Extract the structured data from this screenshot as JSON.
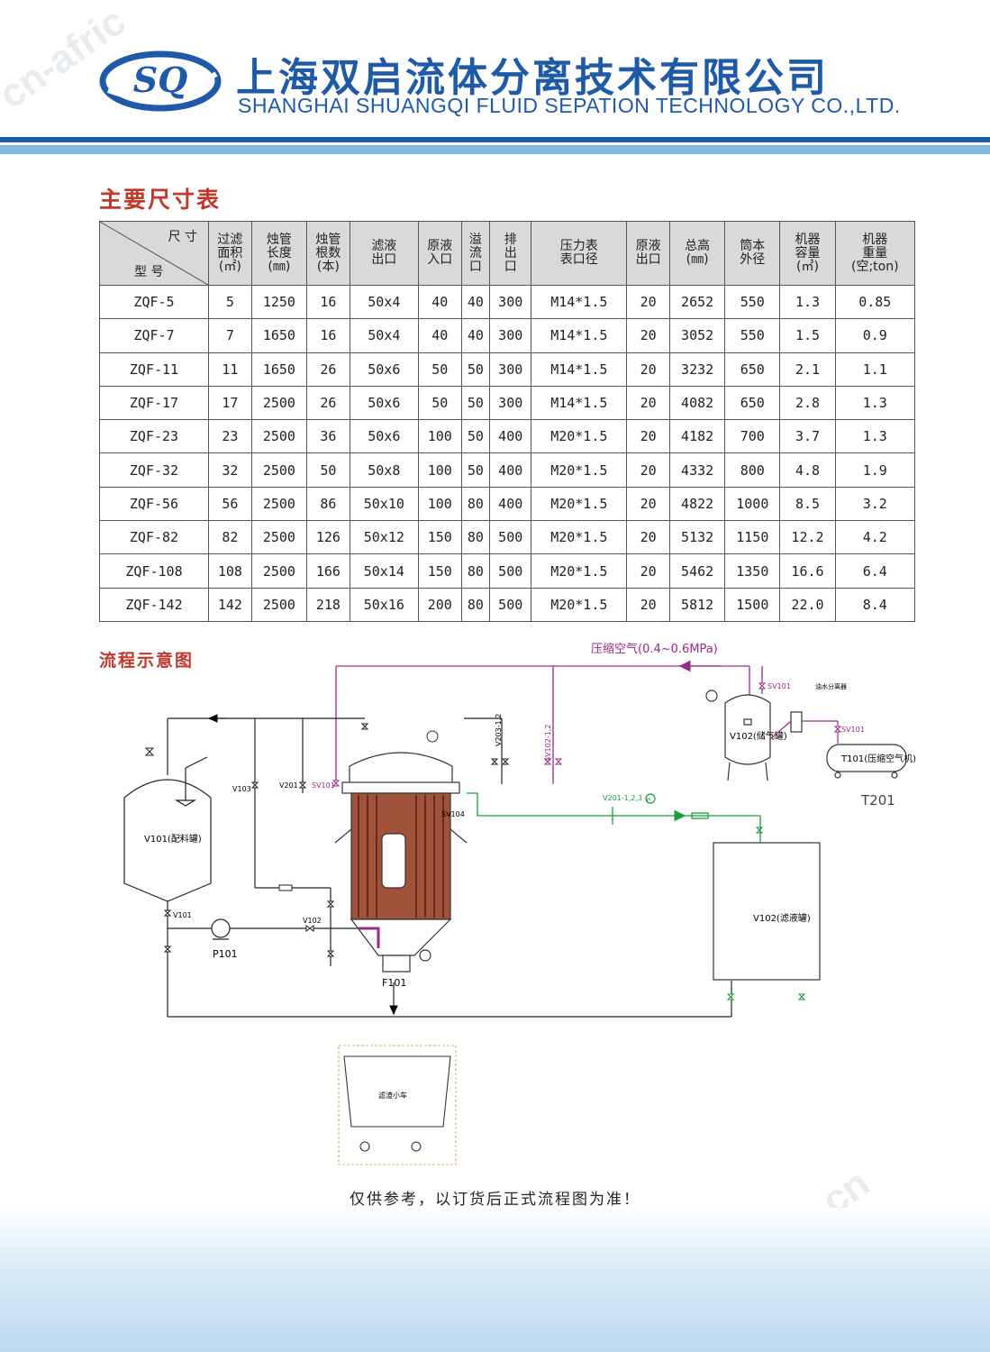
{
  "header": {
    "logo_text": "SQ",
    "company_cn": "上海双启流体分离技术有限公司",
    "company_en": "SHANGHAI SHUANGQI FLUID SEPATION TECHNOLOGY CO.,LTD."
  },
  "watermarks": [
    "cn-afric",
    "afrrica.cn"
  ],
  "brand_color": "#1e5aa8",
  "accent_color": "#c0392b",
  "table_section": {
    "title": "主要尺寸表",
    "corner_top": "尺 寸",
    "corner_bottom": "型 号",
    "columns": [
      [
        "过滤",
        "面积",
        "(㎡)"
      ],
      [
        "烛管",
        "长度",
        "(㎜)"
      ],
      [
        "烛管",
        "根数",
        "(本)"
      ],
      [
        "滤液",
        "出口"
      ],
      [
        "原液",
        "入口"
      ],
      [
        "溢",
        "流",
        "口"
      ],
      [
        "排",
        "出",
        "口"
      ],
      [
        "压力表",
        "表口径"
      ],
      [
        "原液",
        "出口"
      ],
      [
        "总高",
        "(㎜)"
      ],
      [
        "筒本",
        "外径"
      ],
      [
        "机器",
        "容量",
        "(㎥)"
      ],
      [
        "机器",
        "重量",
        "(空;ton)"
      ]
    ],
    "rows": [
      [
        "ZQF-5",
        "5",
        "1250",
        "16",
        "50x4",
        "40",
        "40",
        "300",
        "M14*1.5",
        "20",
        "2652",
        "550",
        "1.3",
        "0.85"
      ],
      [
        "ZQF-7",
        "7",
        "1650",
        "16",
        "50x4",
        "40",
        "40",
        "300",
        "M14*1.5",
        "20",
        "3052",
        "550",
        "1.5",
        "0.9"
      ],
      [
        "ZQF-11",
        "11",
        "1650",
        "26",
        "50x6",
        "50",
        "50",
        "300",
        "M14*1.5",
        "20",
        "3232",
        "650",
        "2.1",
        "1.1"
      ],
      [
        "ZQF-17",
        "17",
        "2500",
        "26",
        "50x6",
        "50",
        "50",
        "300",
        "M14*1.5",
        "20",
        "4082",
        "650",
        "2.8",
        "1.3"
      ],
      [
        "ZQF-23",
        "23",
        "2500",
        "36",
        "50x6",
        "100",
        "50",
        "400",
        "M20*1.5",
        "20",
        "4182",
        "700",
        "3.7",
        "1.3"
      ],
      [
        "ZQF-32",
        "32",
        "2500",
        "50",
        "50x8",
        "100",
        "50",
        "400",
        "M20*1.5",
        "20",
        "4332",
        "800",
        "4.8",
        "1.9"
      ],
      [
        "ZQF-56",
        "56",
        "2500",
        "86",
        "50x10",
        "100",
        "80",
        "400",
        "M20*1.5",
        "20",
        "4822",
        "1000",
        "8.5",
        "3.2"
      ],
      [
        "ZQF-82",
        "82",
        "2500",
        "126",
        "50x12",
        "150",
        "80",
        "500",
        "M20*1.5",
        "20",
        "5132",
        "1150",
        "12.2",
        "4.2"
      ],
      [
        "ZQF-108",
        "108",
        "2500",
        "166",
        "50x14",
        "150",
        "80",
        "500",
        "M20*1.5",
        "20",
        "5462",
        "1350",
        "16.6",
        "6.4"
      ],
      [
        "ZQF-142",
        "142",
        "2500",
        "218",
        "50x16",
        "200",
        "80",
        "500",
        "M20*1.5",
        "20",
        "5812",
        "1500",
        "22.0",
        "8.4"
      ]
    ]
  },
  "diagram_section": {
    "title": "流程示意图",
    "labels": {
      "compressed_air": "压缩空气(0.4~0.6MPa)",
      "sv101_a": "SV101",
      "oil_water_separator": "油水分离器",
      "v102_gas": "V102(储气罐)",
      "sv101_b": "SV101",
      "t101": "T101(压缩空气机)",
      "t201": "T201",
      "v203": "V203-1,2",
      "sv102": "SV102-1,2",
      "v201_123": "V201-1,2,3",
      "pi": "PI",
      "v101": "V101(配料罐)",
      "v103": "V103",
      "v201": "V201",
      "sv101_c": "SV101",
      "sv104": "SV104",
      "v101_valve": "V101",
      "p101": "P101",
      "v102_valve": "V102",
      "f101": "F101",
      "v102_tank": "V102(滤液罐)",
      "cart": "滤渣小车"
    },
    "note": "仅供参考，以订货后正式流程图为准！"
  }
}
